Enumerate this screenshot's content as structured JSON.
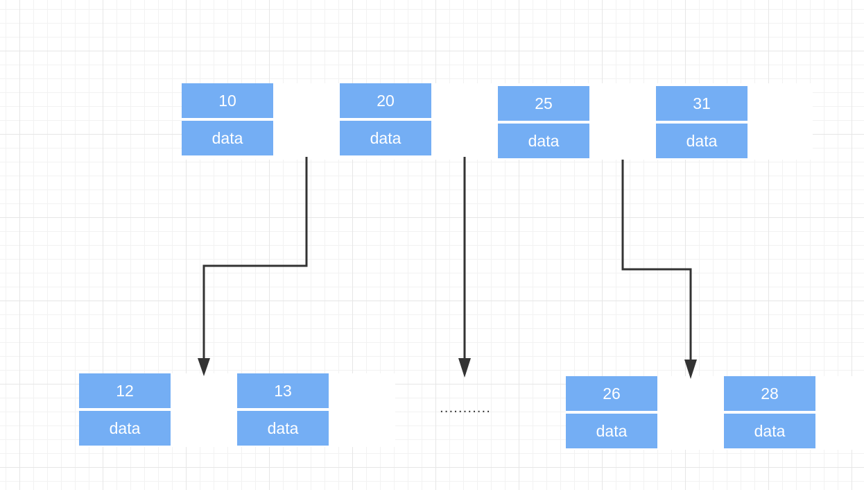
{
  "root": {
    "entries": [
      {
        "key": "10",
        "data": "data"
      },
      {
        "key": "20",
        "data": "data"
      },
      {
        "key": "25",
        "data": "data"
      },
      {
        "key": "31",
        "data": "data"
      }
    ]
  },
  "left_child": {
    "entries": [
      {
        "key": "12",
        "data": "data"
      },
      {
        "key": "13",
        "data": "data"
      }
    ]
  },
  "right_child": {
    "entries": [
      {
        "key": "26",
        "data": "data"
      },
      {
        "key": "28",
        "data": "data"
      }
    ]
  },
  "ellipsis": "...........",
  "colors": {
    "cell_fill": "#74aef4",
    "cell_text": "#ffffff",
    "arrow": "#333333",
    "grid": "#e6e6e6"
  }
}
